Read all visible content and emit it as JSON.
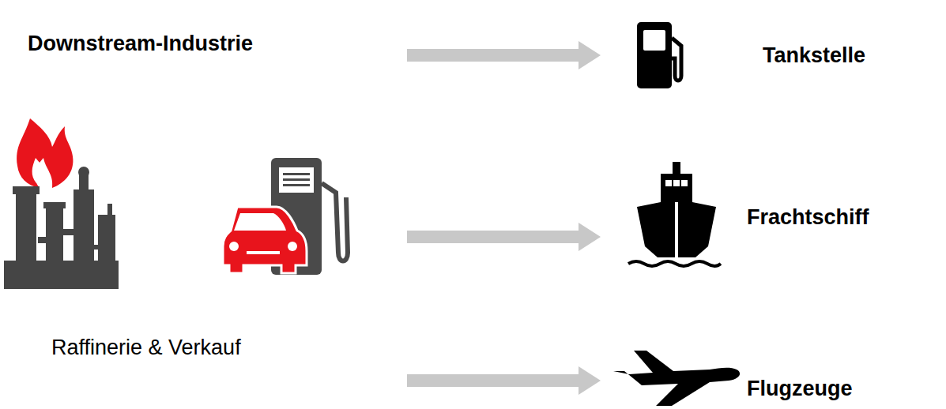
{
  "diagram": {
    "nodes": [
      {
        "text": [
          "Downstream-Industrie",
          "Raffinerie & Verkauf"
        ]
      },
      {
        "text": [
          "Tankstelle"
        ]
      },
      {
        "text": [
          "Frachtschiff"
        ]
      },
      {
        "text": [
          "Flugzeuge"
        ]
      }
    ],
    "edges": [
      {
        "from": 0,
        "to": 1,
        "arrow": "to"
      },
      {
        "from": 0,
        "to": 2,
        "arrow": "to"
      },
      {
        "from": 0,
        "to": 3,
        "arrow": "to"
      }
    ]
  }
}
